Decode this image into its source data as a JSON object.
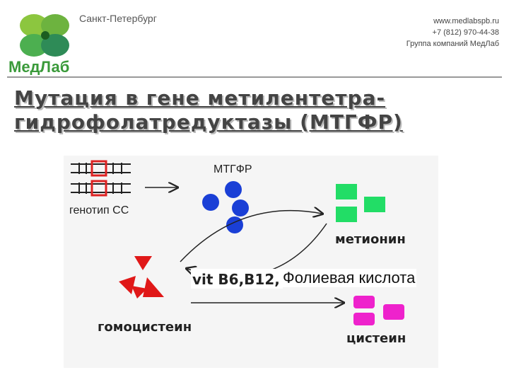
{
  "header": {
    "brand": "МедЛаб",
    "city": "Санкт-Петербург",
    "website": "www.medlabspb.ru",
    "phone": "+7 (812) 970-44-38",
    "company": "Группа компаний МедЛаб"
  },
  "slide": {
    "title_line1": "Мутация в гене метилентетра-",
    "title_line2": "гидрофолатредуктазы (МТГФР)"
  },
  "diagram": {
    "genotype_label": "генотип СС",
    "enzyme_label": "МТГФР",
    "methionine_label": "метионин",
    "homocysteine_label": "гомоцистеин",
    "cysteine_label": "цистеин",
    "vitamins_label": "vit B6,B12,",
    "folic_acid_label": "Фолиевая кислота"
  },
  "colors": {
    "brand_green": "#3a9a3a",
    "enzyme_blue": "#1a3fd6",
    "methionine_green": "#22dd66",
    "homocysteine_red": "#e01818",
    "cysteine_magenta": "#ee22cc",
    "gene_red": "#dd2222"
  }
}
